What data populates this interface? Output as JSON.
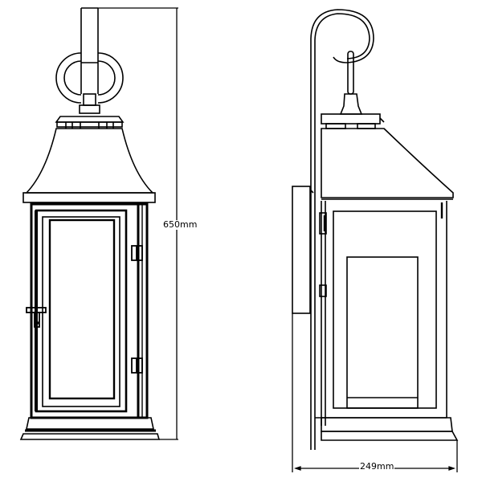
{
  "drawing": {
    "title": "Wall lantern technical drawing",
    "views": [
      {
        "name": "front-view"
      },
      {
        "name": "side-view"
      }
    ],
    "dimensions": {
      "height": {
        "value": 650,
        "unit": "mm",
        "label": "650mm"
      },
      "width": {
        "value": 249,
        "unit": "mm",
        "label": "249mm"
      }
    },
    "colors": {
      "line": "#000000",
      "background": "#ffffff"
    }
  }
}
